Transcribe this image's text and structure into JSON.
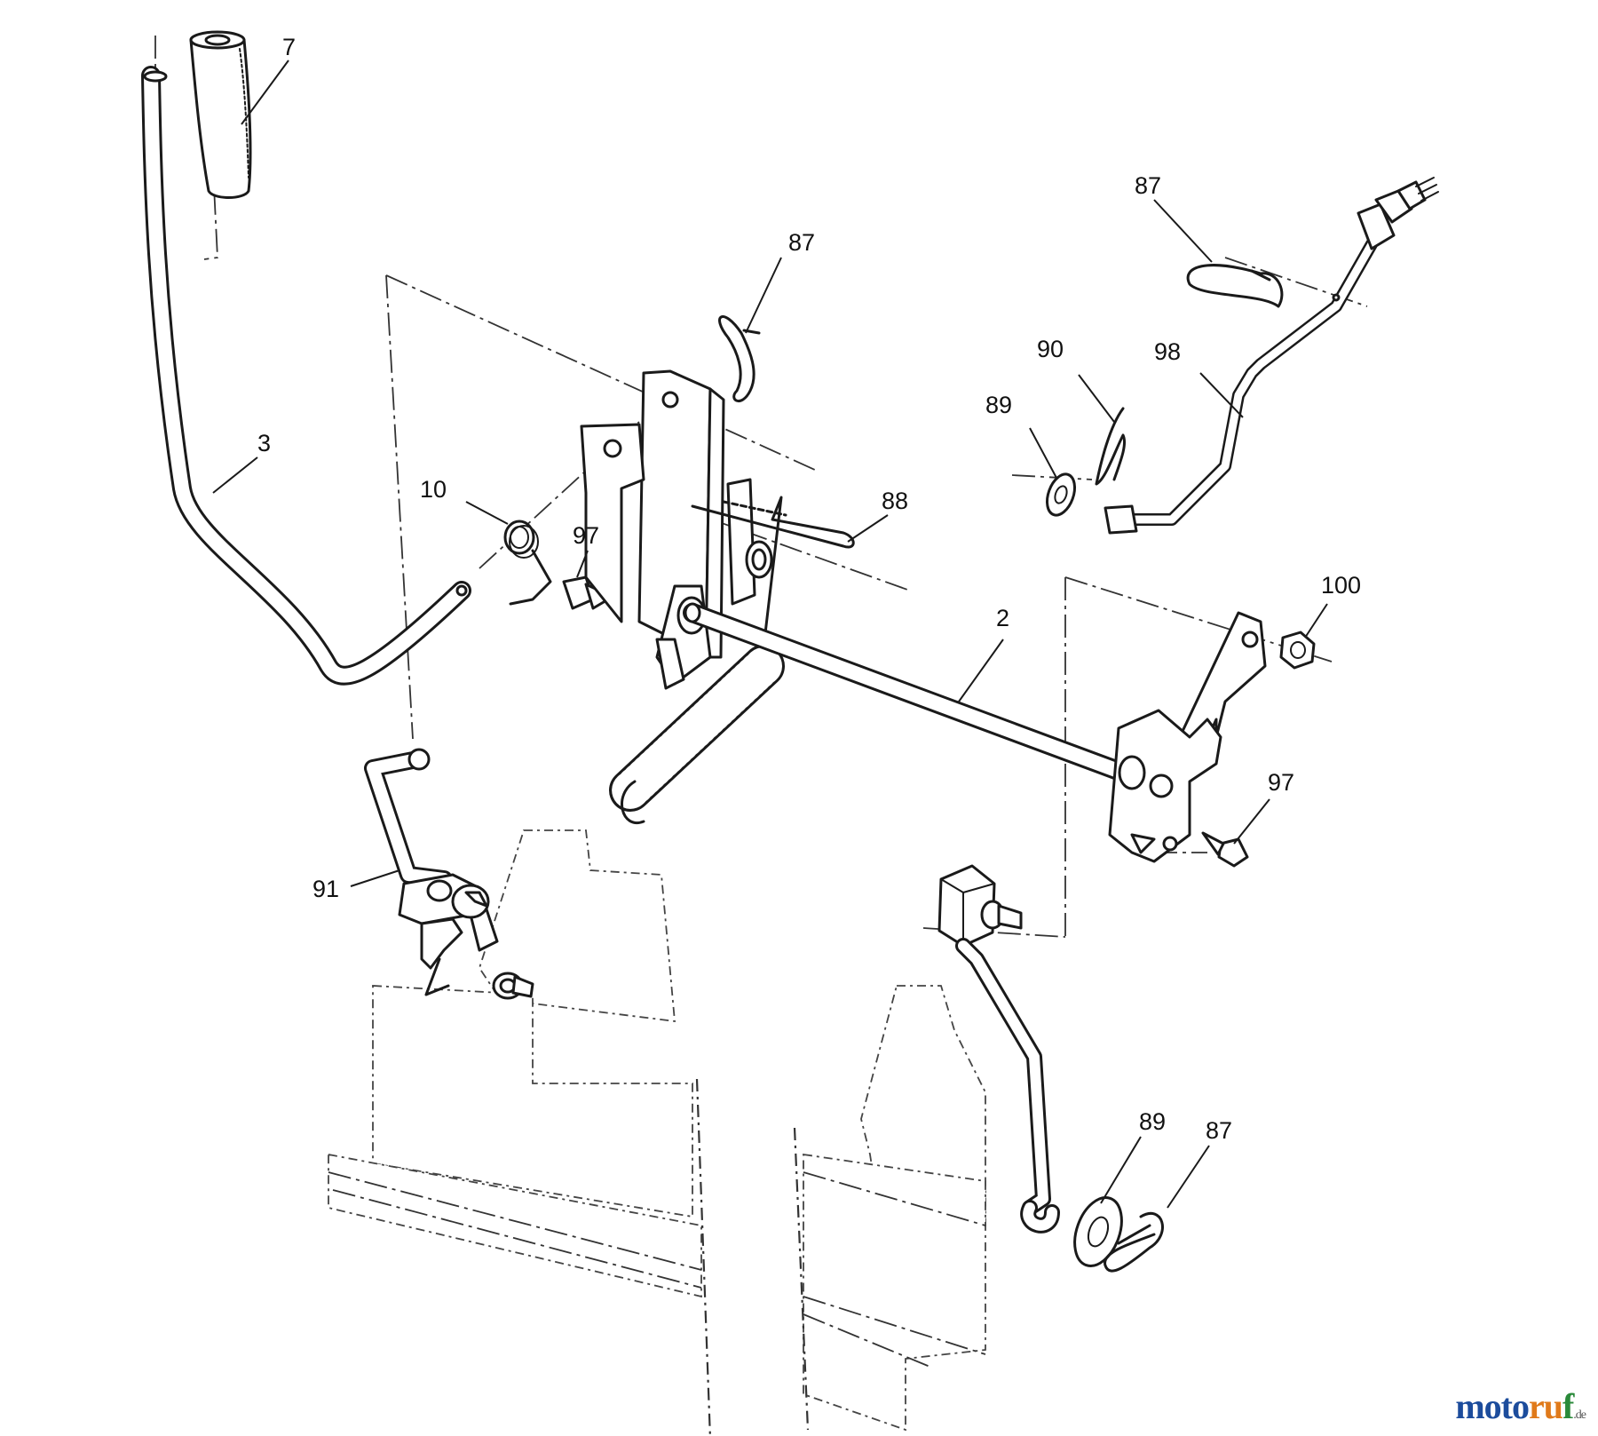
{
  "labels": {
    "handle_grip": "7",
    "lift_lever": "3",
    "spring_small": "10",
    "bolt_left": "97",
    "hairpin_top": "87",
    "spring_rod": "88",
    "washer_top": "89",
    "cotter_top": "90",
    "link_rod": "98",
    "hairpin_right": "87",
    "lift_shaft": "2",
    "nut": "100",
    "bolt_right": "97",
    "lift_link": "91",
    "washer_bottom": "89",
    "hairpin_bottom": "87"
  },
  "watermark": {
    "part1": "moto",
    "part2": "ru",
    "part3": "f",
    "tld": ".de"
  }
}
